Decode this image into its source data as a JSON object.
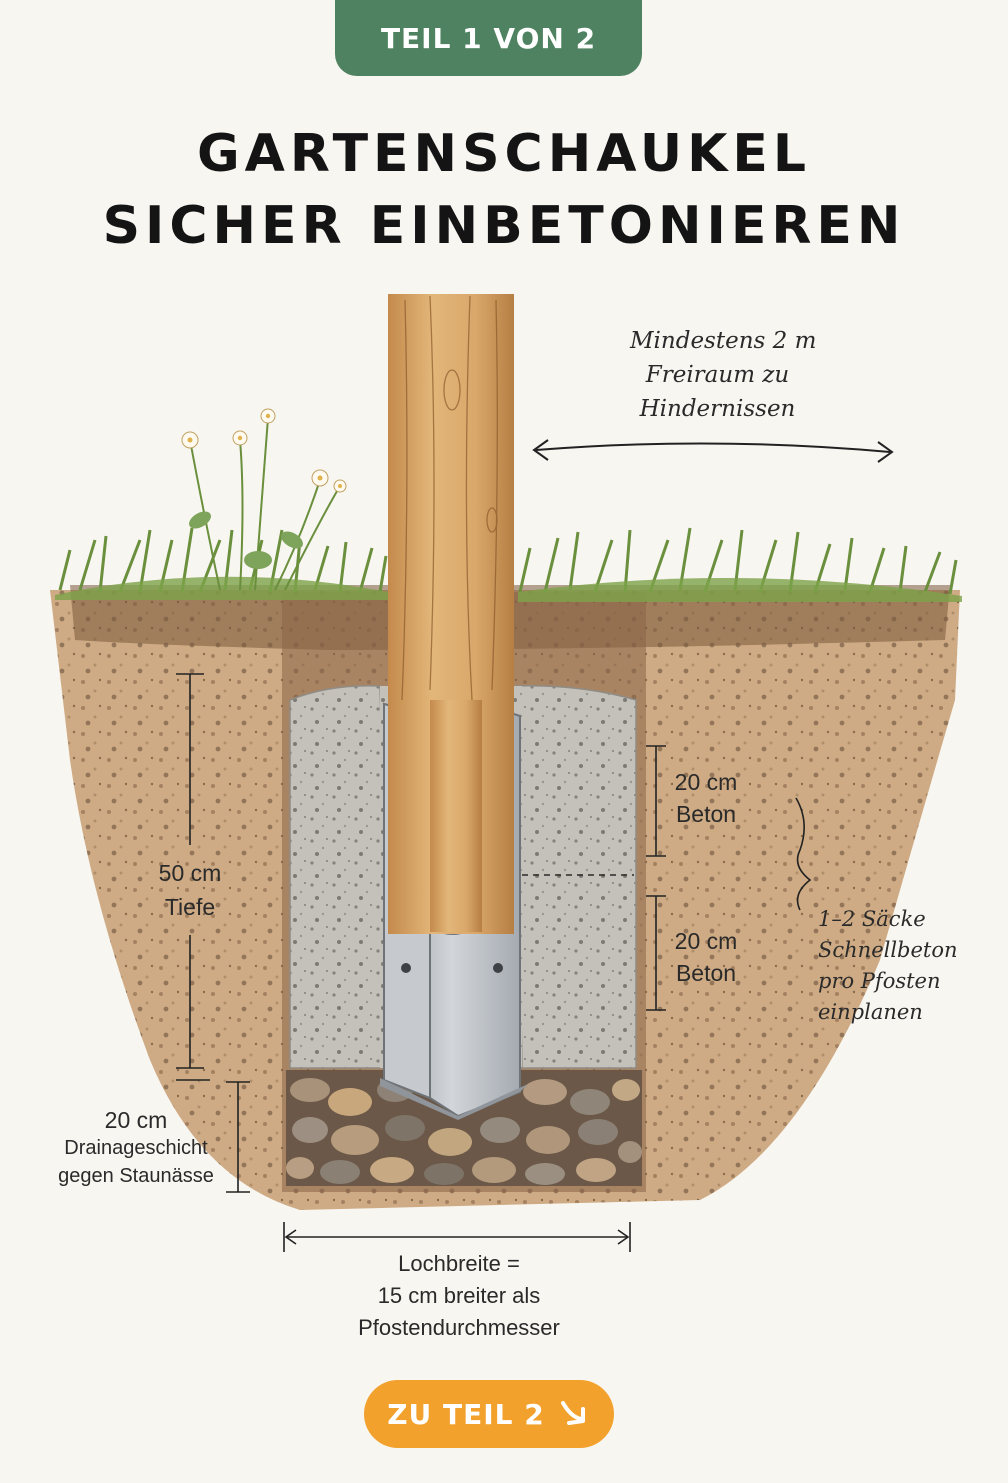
{
  "header": {
    "part_badge": "TEIL 1 VON 2"
  },
  "title": {
    "line1": "GARTENSCHAUKEL",
    "line2": "SICHER EINBETONIEREN"
  },
  "annotations": {
    "clearance": [
      "Mindestens 2 m",
      "Freiraum zu",
      "Hindernissen"
    ],
    "depth": [
      "50 cm",
      "Tiefe"
    ],
    "concrete_upper": [
      "20 cm",
      "Beton"
    ],
    "concrete_lower": [
      "20 cm",
      "Beton"
    ],
    "bags": [
      "1–2 Säcke",
      "Schnellbeton",
      "pro Pfosten",
      "einplanen"
    ],
    "drainage": [
      "20 cm",
      "Drainageschicht",
      "gegen Staunässe"
    ],
    "hole_width": [
      "Lochbreite =",
      "15 cm breiter als",
      "Pfostendurchmesser"
    ]
  },
  "cta": {
    "label": "ZU TEIL 2",
    "icon": "arrow-down-right-icon"
  },
  "colors": {
    "badge_green": "#4e8260",
    "cta_orange": "#f2a12c",
    "soil": "#c9a57c",
    "concrete": "#bdbab3",
    "steel": "#b9bec3",
    "wood": "#d9a76a",
    "grass": "#7da24a"
  }
}
